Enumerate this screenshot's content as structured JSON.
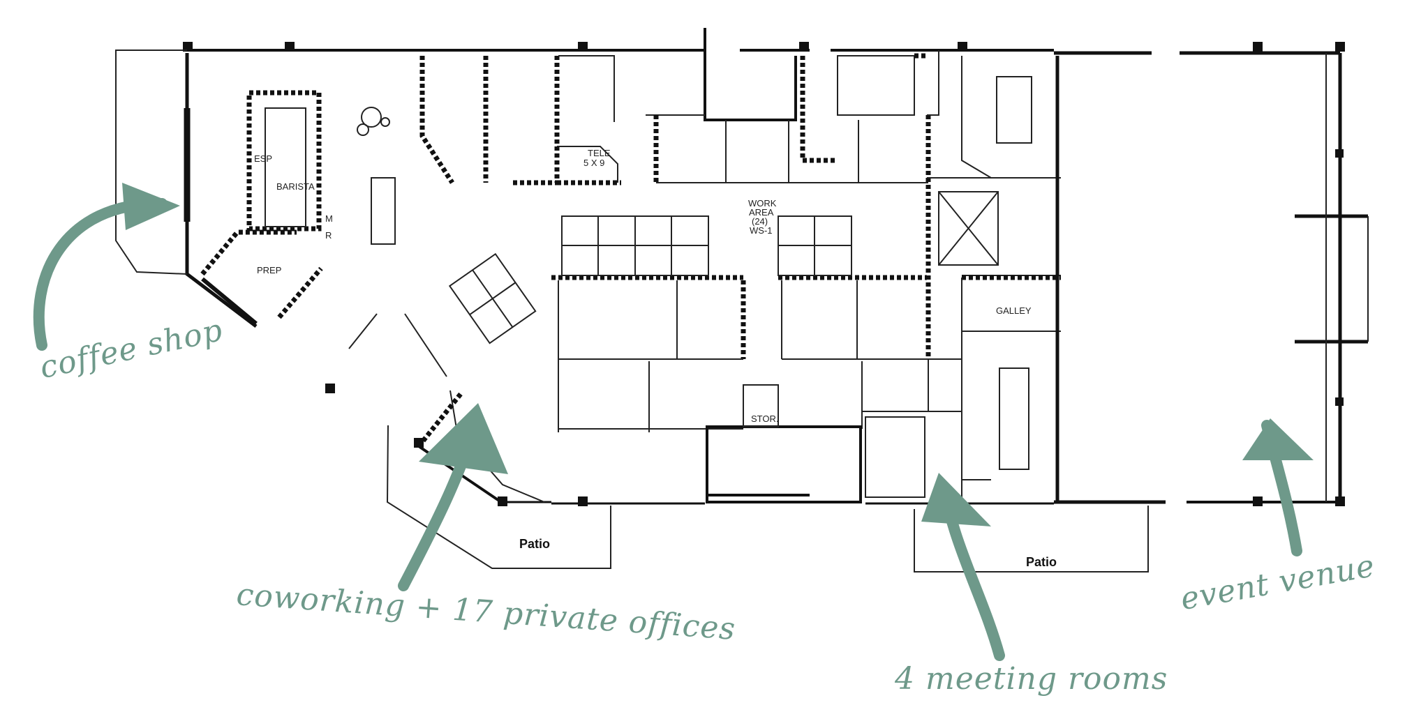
{
  "rooms": {
    "barista": "BARISTA",
    "esp": "ESP",
    "m": "M",
    "r": "R",
    "prep": "PREP",
    "tele": "TELE",
    "tele_size": "5 X 9",
    "work_area_line1": "WORK",
    "work_area_line2": "AREA",
    "work_area_line3": "(24)",
    "work_area_line4": "WS-1",
    "galley": "GALLEY",
    "stor": "STOR.",
    "patio_left": "Patio",
    "patio_right": "Patio"
  },
  "annotations": {
    "coffee_shop": "coffee shop",
    "coworking": "coworking + 17 private offices",
    "meeting_rooms": "4 meeting rooms",
    "event_venue": "event venue"
  },
  "colors": {
    "annotation": "#6e998a",
    "walls": "#111111",
    "background": "#ffffff"
  }
}
